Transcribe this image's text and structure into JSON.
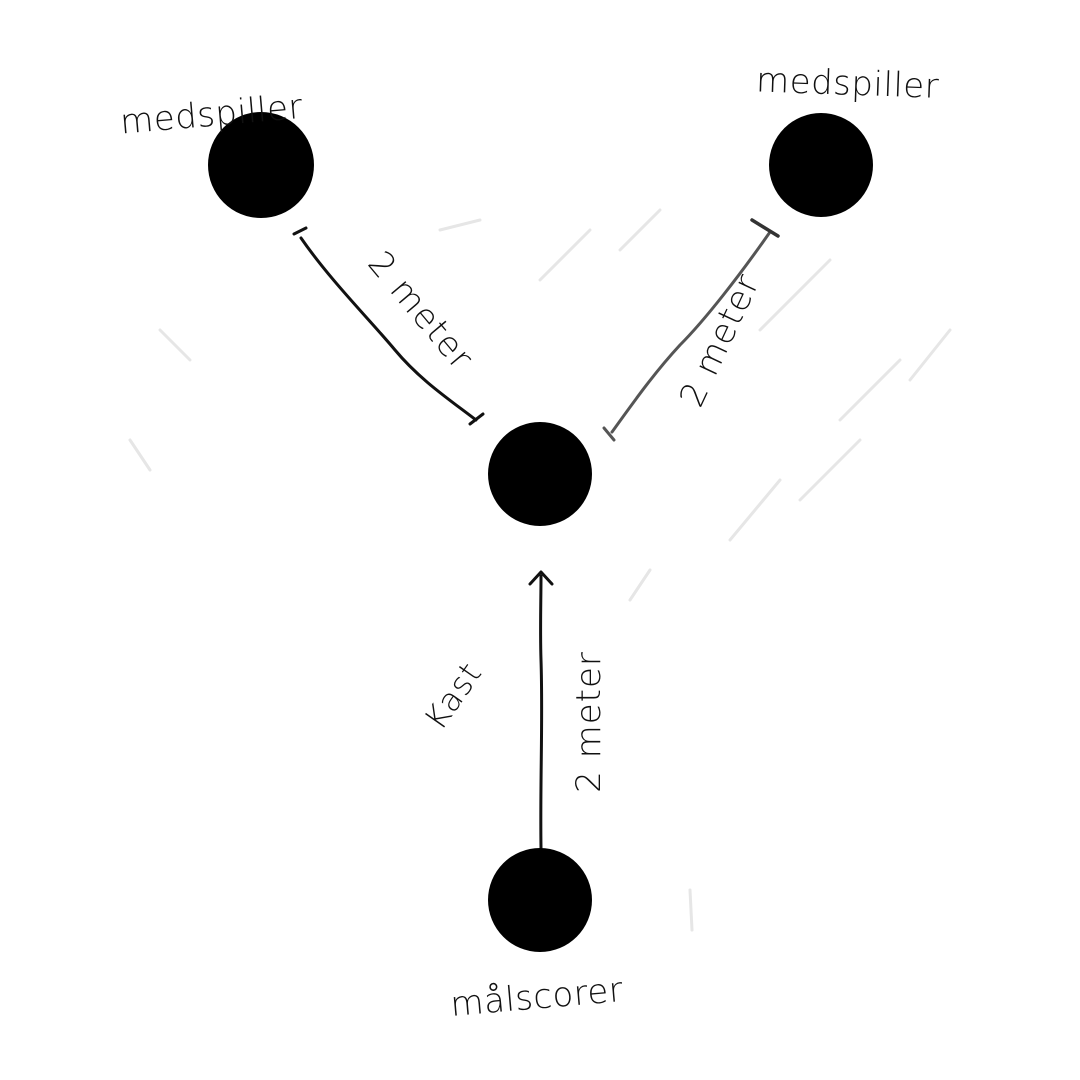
{
  "colors": {
    "background": "#ffffff",
    "player": "#000000",
    "line": "#111111",
    "line_light": "#555555",
    "smudge": "#d6d6d6"
  },
  "players": {
    "left_teammate": {
      "label": "medspiller"
    },
    "right_teammate": {
      "label": "medspiller"
    },
    "center": {
      "label": ""
    },
    "scorer": {
      "label": "målscorer"
    }
  },
  "connections": {
    "left": {
      "distance_label": "2 meter"
    },
    "right": {
      "distance_label": "2 meter"
    },
    "throw": {
      "distance_label": "2 meter",
      "action_label": "Kast"
    }
  }
}
